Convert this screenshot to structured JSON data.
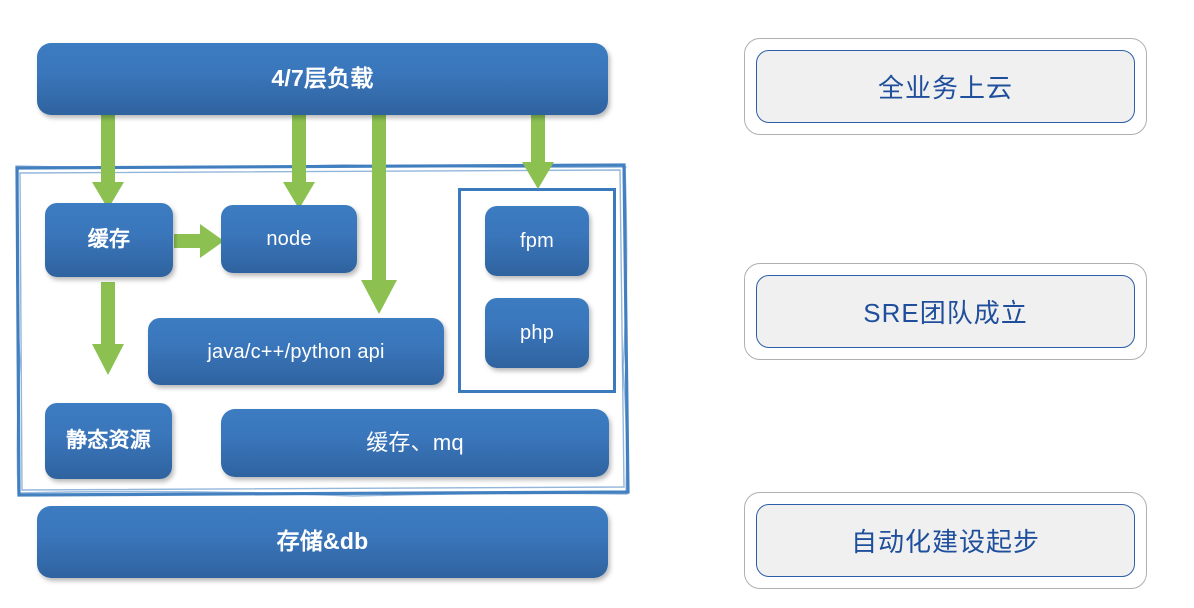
{
  "diagram": {
    "title_hidden": "",
    "colors": {
      "box_blue_light": "#3c7cc1",
      "box_blue_dark": "#2f639f",
      "arrow_green": "#8cc152",
      "container_border_blue": "#3a7abd",
      "milestone_text_blue": "#1f4f9c",
      "milestone_fill_gray": "#f0f0f0",
      "milestone_outer_border": "#b0b0b0"
    },
    "left": {
      "top_box": {
        "label": "4/7层负载"
      },
      "container": {
        "name": "sketchy-boundary",
        "nodes": [
          {
            "key": "cache",
            "label": "缓存"
          },
          {
            "key": "node",
            "label": "node"
          },
          {
            "key": "api",
            "label": "java/c++/python api"
          },
          {
            "key": "static",
            "label": "静态资源"
          },
          {
            "key": "cache_mq",
            "label": "缓存、mq"
          }
        ],
        "php_group": {
          "nodes": [
            {
              "key": "fpm",
              "label": "fpm"
            },
            {
              "key": "php",
              "label": "php"
            }
          ]
        }
      },
      "bottom_box": {
        "label": "存储&db"
      },
      "arrows": [
        {
          "key": "lb-to-cache",
          "from": "4/7层负载",
          "to": "缓存",
          "direction": "down"
        },
        {
          "key": "lb-to-node",
          "from": "4/7层负载",
          "to": "node",
          "direction": "down"
        },
        {
          "key": "lb-to-api",
          "from": "4/7层负载",
          "to": "java/c++/python api",
          "direction": "down"
        },
        {
          "key": "lb-to-fpm",
          "from": "4/7层负载",
          "to": "fpm",
          "direction": "down"
        },
        {
          "key": "cache-to-node",
          "from": "缓存",
          "to": "node",
          "direction": "right"
        },
        {
          "key": "cache-to-static",
          "from": "缓存",
          "to": "静态资源",
          "direction": "down"
        }
      ]
    },
    "right": {
      "milestones": [
        {
          "key": "cloud",
          "label": "全业务上云"
        },
        {
          "key": "sre",
          "label": "SRE团队成立"
        },
        {
          "key": "automation",
          "label": "自动化建设起步"
        }
      ]
    }
  }
}
